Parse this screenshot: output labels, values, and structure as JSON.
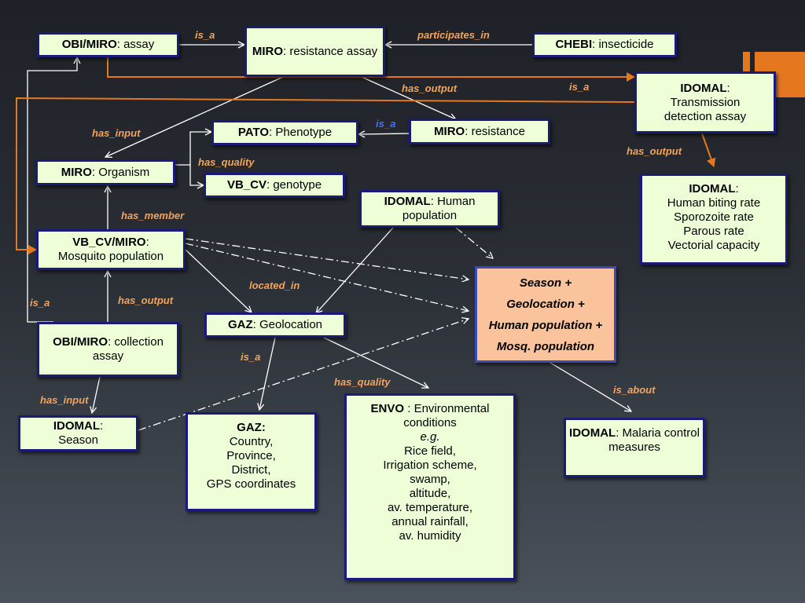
{
  "nodes": {
    "obi_assay": {
      "prefix": "OBI/MIRO",
      "text": ": assay"
    },
    "miro_resistance_assay": {
      "prefix": "MIRO",
      "text": ": resistance assay"
    },
    "chebi_insecticide": {
      "prefix": "CHEBI",
      "text": ": insecticide"
    },
    "idomal_transmission": {
      "prefix": "IDOMAL",
      "text": ":",
      "line2": "Transmission",
      "line3": "detection assay"
    },
    "pato_phenotype": {
      "prefix": "PATO",
      "text": ": Phenotype"
    },
    "miro_resistance": {
      "prefix": "MIRO",
      "text": ": resistance"
    },
    "miro_organism": {
      "prefix": "MIRO",
      "text": ": Organism"
    },
    "vbcv_genotype": {
      "prefix": "VB_CV",
      "text": ": genotype"
    },
    "idomal_rates": {
      "prefix": "IDOMAL",
      "text": ":",
      "lines": [
        "Human biting rate",
        "Sporozoite rate",
        "Parous rate",
        "Vectorial capacity"
      ]
    },
    "idomal_human_population": {
      "prefix": "IDOMAL",
      "text": ": Human population"
    },
    "mosquito_population": {
      "prefix": "VB_CV/MIRO",
      "text": ":",
      "line2": "Mosquito population"
    },
    "combined": {
      "lines": [
        "Season +",
        "Geolocation +",
        "Human population +",
        "Mosq. population"
      ]
    },
    "gaz_geolocation": {
      "prefix": "GAZ",
      "text": ": Geolocation"
    },
    "collection_assay": {
      "prefix": "OBI/MIRO",
      "text": ": collection assay"
    },
    "idomal_season": {
      "prefix": "IDOMAL",
      "text": ":",
      "line2": "Season"
    },
    "gaz_details": {
      "prefix": "GAZ:",
      "lines": [
        "Country,",
        "Province,",
        "District,",
        "GPS coordinates"
      ]
    },
    "envo": {
      "prefix": "ENVO",
      "text": " : Environmental conditions",
      "eg": "e.g.",
      "lines": [
        "Rice field,",
        "Irrigation scheme,",
        "swamp,",
        "altitude,",
        "av. temperature,",
        "annual rainfall,",
        "av. humidity"
      ]
    },
    "idomal_malaria": {
      "prefix": "IDOMAL",
      "text": ": Malaria control measures"
    }
  },
  "edge_labels": {
    "is_a_top": "is_a",
    "participates_in": "participates_in",
    "has_output_top": "has_output",
    "is_a_right": "is_a",
    "is_a_blue": "is_a",
    "has_input_organism": "has_input",
    "has_quality_organism": "has_quality",
    "has_output_rates": "has_output",
    "has_member": "has_member",
    "located_in": "located_in",
    "has_output_collection": "has_output",
    "is_a_left": "is_a",
    "is_a_gaz": "is_a",
    "has_quality_envo": "has_quality",
    "is_about": "is_about",
    "has_input_season": "has_input"
  },
  "colors": {
    "node_fill": "#eeffd8",
    "node_border": "#1a1a78",
    "highlight_fill": "#fbc39b",
    "edge_white": "#ffffff",
    "edge_orange": "#e5781f",
    "label_orange": "#f2a45e",
    "label_blue": "#4b6df0"
  }
}
